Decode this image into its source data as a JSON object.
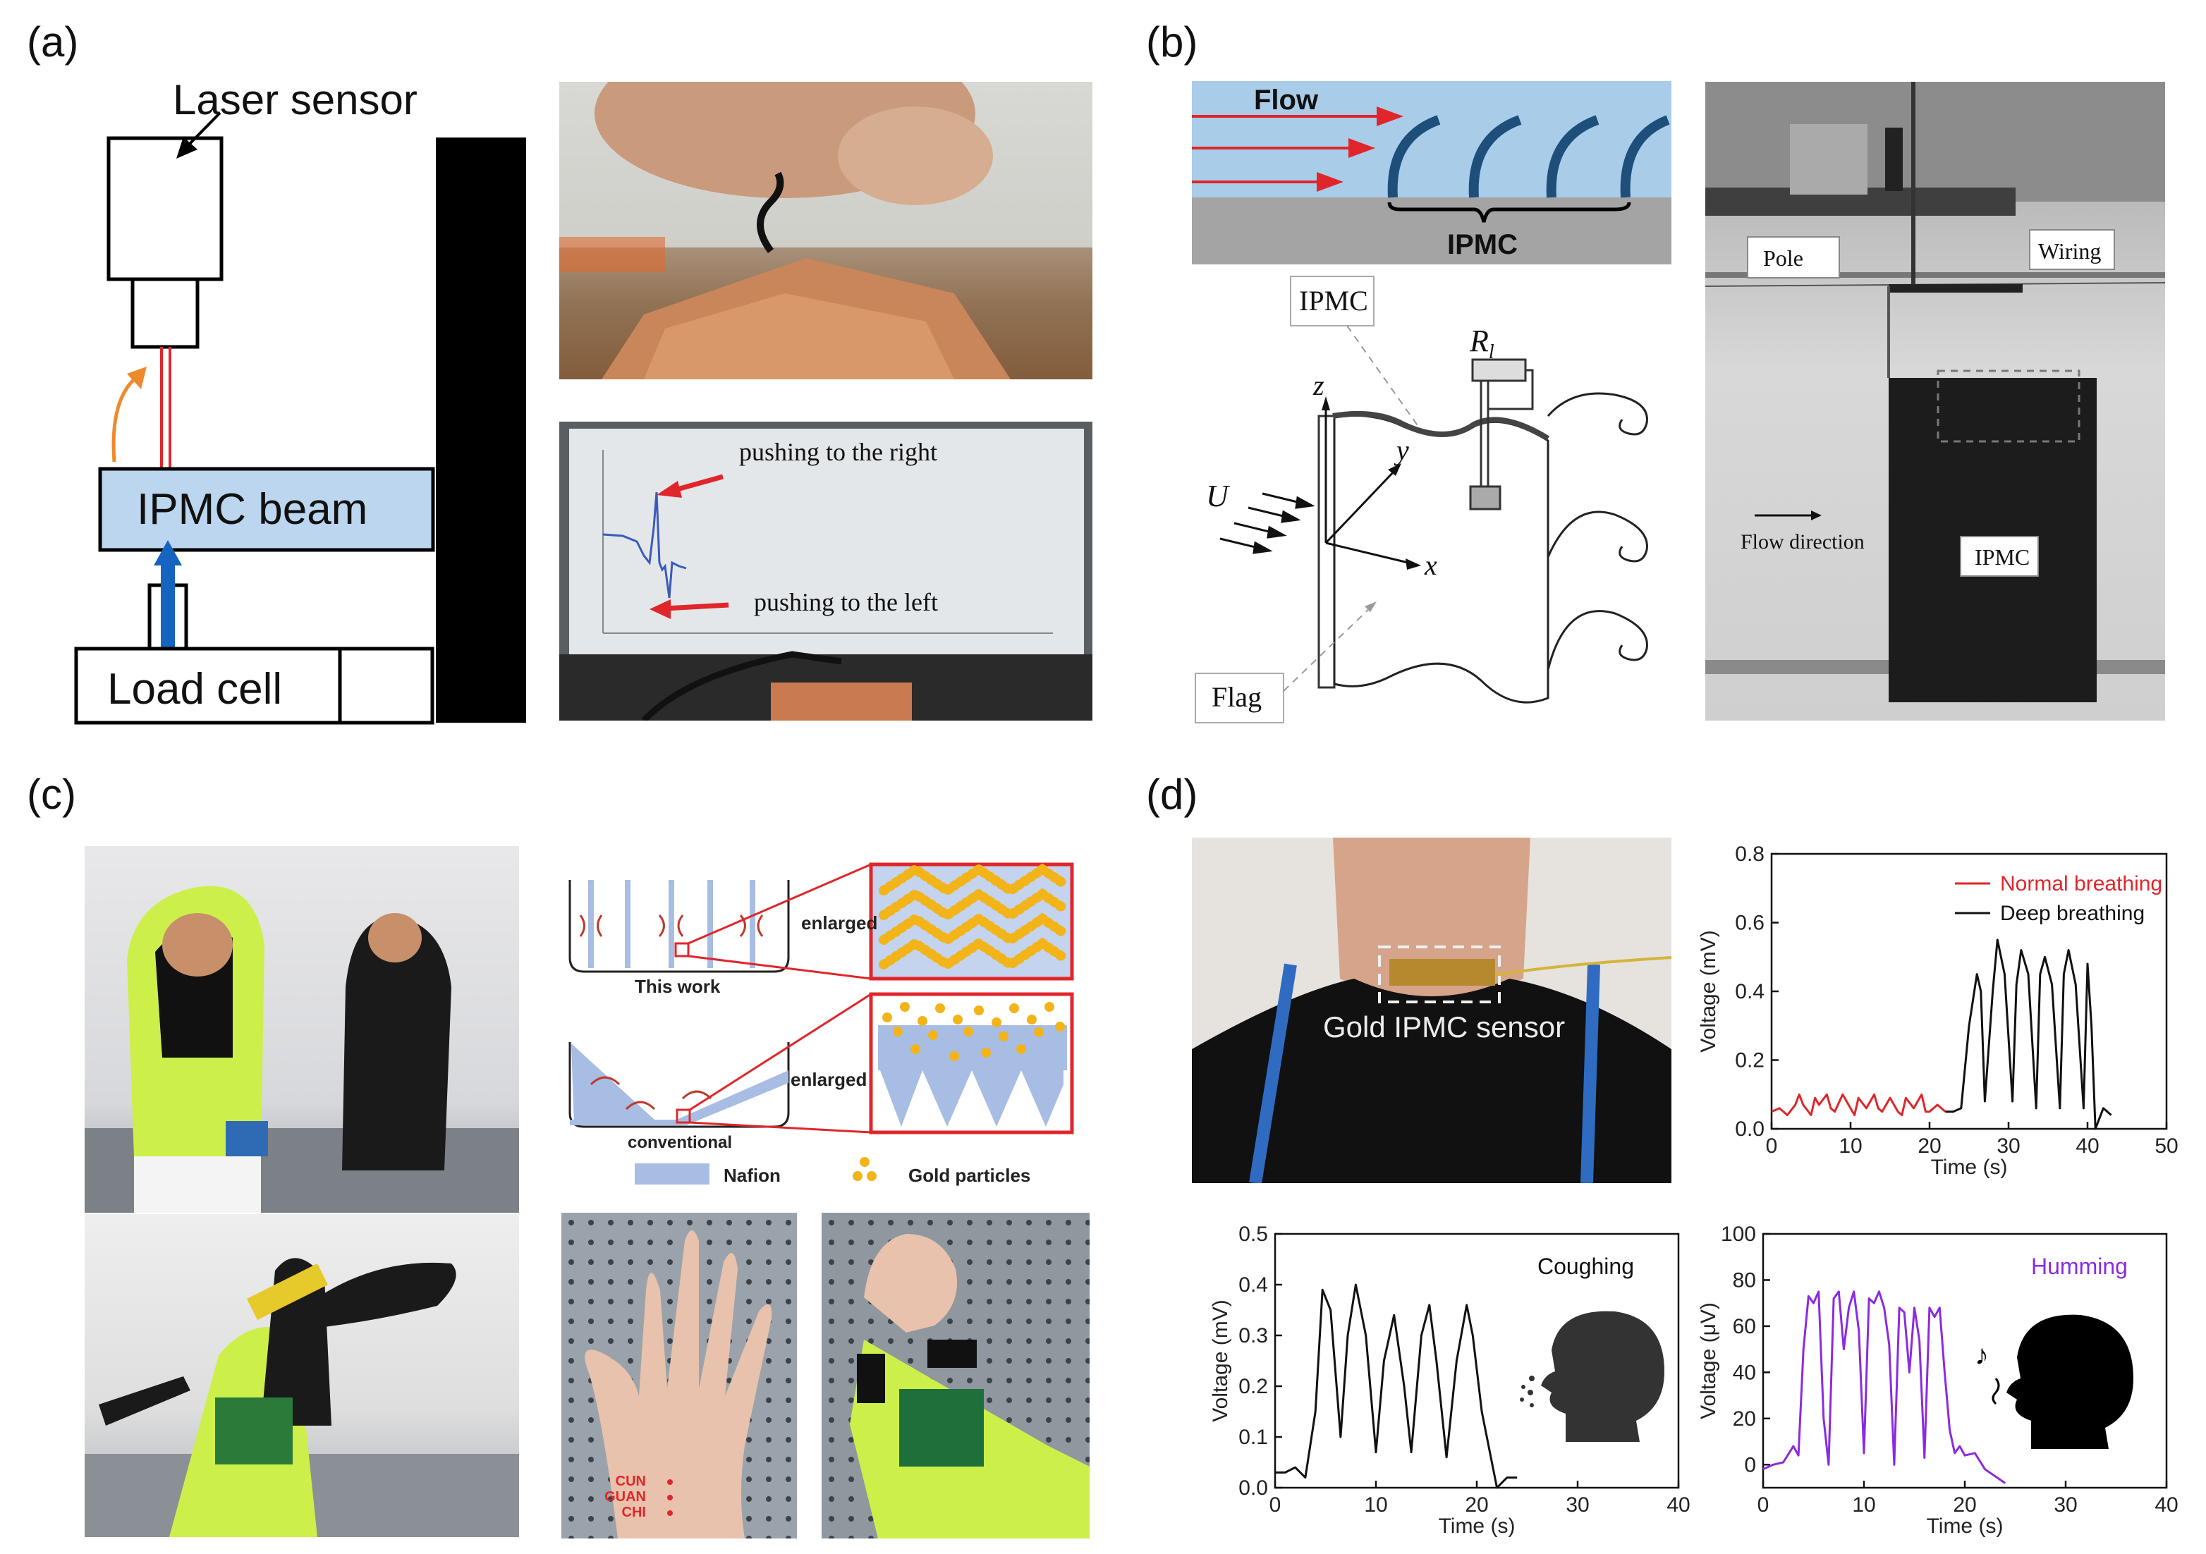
{
  "panels": {
    "a": {
      "label": "(a)",
      "diagram": {
        "laser": "Laser sensor",
        "beam": "IPMC beam",
        "load": "Load cell"
      },
      "photo_plot": {
        "right": "pushing to the right",
        "left": "pushing to the left"
      }
    },
    "b": {
      "label": "(b)",
      "flow": {
        "title": "Flow",
        "ipmc": "IPMC"
      },
      "flag": {
        "ipmc": "IPMC",
        "r": "R",
        "r_sub": "l",
        "u": "U",
        "z": "z",
        "y": "y",
        "x": "x",
        "flag": "Flag"
      },
      "photo": {
        "wiring": "Wiring",
        "pole": "Pole",
        "ipmc": "IPMC",
        "flow_dir": "Flow direction"
      }
    },
    "c": {
      "label": "(c)",
      "schematic": {
        "enlarged1": "enlarged",
        "this_work": "This work",
        "enlarged2": "enlarged",
        "conventional": "conventional",
        "nafion": "Nafion",
        "gold": "Gold particles"
      },
      "wrist": [
        "CUN",
        "GUAN",
        "CHI"
      ]
    },
    "d": {
      "label": "(d)",
      "sensor_label": "Gold IPMC sensor"
    }
  },
  "colors": {
    "red": "#e0262a",
    "black": "#111111",
    "purple": "#8a2be2",
    "beam_fill": "#bcd6ef",
    "flow_fill": "#a9cde9",
    "ipmc_blue": "#1e4f7a",
    "gold": "#f2b418",
    "nafion": "#a8bde3"
  },
  "chart_data": [
    {
      "type": "line",
      "id": "breathing",
      "xlabel": "Time (s)",
      "ylabel": "Voltage (mV)",
      "xlim": [
        0,
        50
      ],
      "ylim": [
        0,
        0.8
      ],
      "xticks": [
        "0",
        "10",
        "20",
        "30",
        "40",
        "50"
      ],
      "yticks": [
        "0.0",
        "0.2",
        "0.4",
        "0.6",
        "0.8"
      ],
      "legend": "top-right",
      "series": [
        {
          "name": "Normal breathing",
          "color": "#e0262a",
          "x": [
            0,
            1,
            2,
            3,
            3.5,
            4,
            5,
            5.5,
            6,
            7,
            7.5,
            8,
            9,
            10,
            10.5,
            11,
            12,
            13,
            13.5,
            14,
            15,
            16,
            16.5,
            17,
            18,
            19,
            19.5,
            20,
            21,
            22
          ],
          "y": [
            0.05,
            0.06,
            0.04,
            0.07,
            0.1,
            0.07,
            0.04,
            0.09,
            0.07,
            0.1,
            0.06,
            0.05,
            0.1,
            0.06,
            0.04,
            0.09,
            0.06,
            0.1,
            0.06,
            0.05,
            0.09,
            0.05,
            0.04,
            0.09,
            0.06,
            0.1,
            0.05,
            0.05,
            0.07,
            0.05
          ]
        },
        {
          "name": "Deep breathing",
          "color": "#111111",
          "x": [
            22,
            23,
            24,
            25,
            26,
            26.5,
            27,
            28,
            28.6,
            29.5,
            30.5,
            31,
            31.6,
            32.5,
            33.5,
            34,
            34.6,
            35.5,
            36.5,
            37,
            37.6,
            38.5,
            39.5,
            40,
            40.5,
            41,
            42,
            43
          ],
          "y": [
            0.05,
            0.05,
            0.06,
            0.3,
            0.45,
            0.4,
            0.08,
            0.4,
            0.55,
            0.45,
            0.08,
            0.42,
            0.52,
            0.45,
            0.06,
            0.45,
            0.5,
            0.42,
            0.06,
            0.45,
            0.52,
            0.42,
            0.06,
            0.48,
            0.3,
            0.0,
            0.06,
            0.04
          ]
        }
      ]
    },
    {
      "type": "line",
      "id": "coughing",
      "annotation": "Coughing",
      "xlabel": "Time (s)",
      "ylabel": "Voltage (mV)",
      "xlim": [
        0,
        40
      ],
      "ylim": [
        0,
        0.5
      ],
      "xticks": [
        "0",
        "10",
        "20",
        "30",
        "40"
      ],
      "yticks": [
        "0.0",
        "0.1",
        "0.2",
        "0.3",
        "0.4",
        "0.5"
      ],
      "series": [
        {
          "color": "#111111",
          "x": [
            0,
            1,
            2,
            3,
            4,
            4.7,
            5.5,
            6.5,
            7.2,
            8,
            9,
            10,
            10.8,
            11.8,
            12.8,
            13.5,
            14.5,
            15.3,
            16,
            17,
            18,
            19,
            19.6,
            20.5,
            21.5,
            22,
            23,
            24
          ],
          "y": [
            0.03,
            0.03,
            0.04,
            0.02,
            0.15,
            0.39,
            0.35,
            0.1,
            0.3,
            0.4,
            0.3,
            0.07,
            0.25,
            0.34,
            0.2,
            0.07,
            0.3,
            0.36,
            0.25,
            0.06,
            0.25,
            0.36,
            0.3,
            0.15,
            0.05,
            0.0,
            0.02,
            0.02
          ]
        }
      ]
    },
    {
      "type": "line",
      "id": "humming",
      "annotation": "Humming",
      "xlabel": "Time (s)",
      "ylabel": "Voltage (μV)",
      "xlim": [
        0,
        40
      ],
      "ylim": [
        -10,
        100
      ],
      "xticks": [
        "0",
        "10",
        "20",
        "30",
        "40"
      ],
      "yticks": [
        "0",
        "20",
        "40",
        "60",
        "80",
        "100"
      ],
      "series": [
        {
          "color": "#8a2be2",
          "x": [
            0,
            1,
            2,
            3,
            3.5,
            4,
            4.5,
            5,
            5.5,
            6,
            6.5,
            7,
            7.5,
            8,
            8.5,
            9,
            9.5,
            10,
            10.5,
            11,
            11.5,
            12,
            12.5,
            13,
            13.5,
            14,
            14.5,
            15,
            15.5,
            16,
            16.5,
            17,
            17.5,
            18,
            18.5,
            19,
            19.5,
            20,
            21,
            22,
            23,
            24
          ],
          "y": [
            -2,
            0,
            1,
            8,
            4,
            50,
            73,
            70,
            75,
            20,
            0,
            72,
            75,
            50,
            68,
            75,
            58,
            5,
            72,
            70,
            75,
            68,
            52,
            0,
            68,
            66,
            40,
            68,
            54,
            3,
            68,
            64,
            68,
            40,
            15,
            5,
            8,
            4,
            5,
            -2,
            -5,
            -8
          ]
        }
      ]
    }
  ]
}
